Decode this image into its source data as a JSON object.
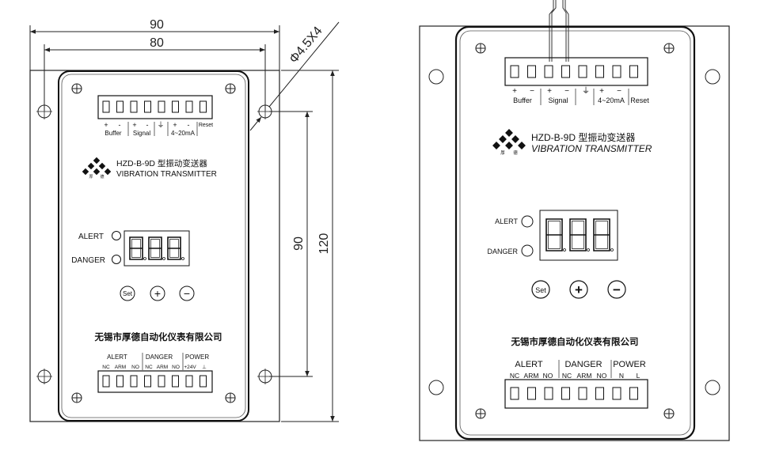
{
  "left": {
    "dims": {
      "outer_width": "90",
      "inner_width": "80",
      "hole_callout": "Φ4.5X4",
      "hole_spacing_vertical": "90",
      "outer_height": "120"
    },
    "top_terminal": {
      "signs": [
        "+",
        "-",
        "+",
        "-",
        "⏚",
        "+",
        "-"
      ],
      "reset": "Reset",
      "labels": [
        "Buffer",
        "Signal",
        "4~20mA"
      ]
    },
    "model": "HZD-B-9D 型振动变送器",
    "product": "VIBRATION TRANSMITTER",
    "logo_text": [
      "厚",
      "德"
    ],
    "alert_label": "ALERT",
    "danger_label": "DANGER",
    "display": "8.8.8.",
    "buttons": {
      "set": "Set",
      "plus": "+",
      "minus": "−"
    },
    "company": "无锡市厚德自动化仪表有限公司",
    "bottom_terminal": {
      "groups": [
        "ALERT",
        "DANGER",
        "POWER"
      ],
      "subs": [
        "NC",
        "ARM",
        "NO",
        "NC",
        "ARM",
        "NO",
        "+24V",
        "⊥"
      ]
    }
  },
  "right": {
    "top_terminal": {
      "signs": [
        "+",
        "−",
        "+",
        "−",
        "⏚",
        "+",
        "−"
      ],
      "labels": [
        "Buffer",
        "Signal",
        "4~20mA",
        "Reset"
      ]
    },
    "model": "HZD-B-9D 型振动变送器",
    "product": "VIBRATION TRANSMITTER",
    "logo_text": [
      "厚",
      "德"
    ],
    "alert_label": "ALERT",
    "danger_label": "DANGER",
    "display": "8.8.8.",
    "buttons": {
      "set": "Set",
      "plus": "+",
      "minus": "−"
    },
    "company": "无锡市厚德自动化仪表有限公司",
    "bottom_terminal": {
      "groups": [
        "ALERT",
        "DANGER",
        "POWER"
      ],
      "subs": [
        "NC",
        "ARM",
        "NO",
        "NC",
        "ARM",
        "NO",
        "N",
        "L"
      ]
    }
  }
}
